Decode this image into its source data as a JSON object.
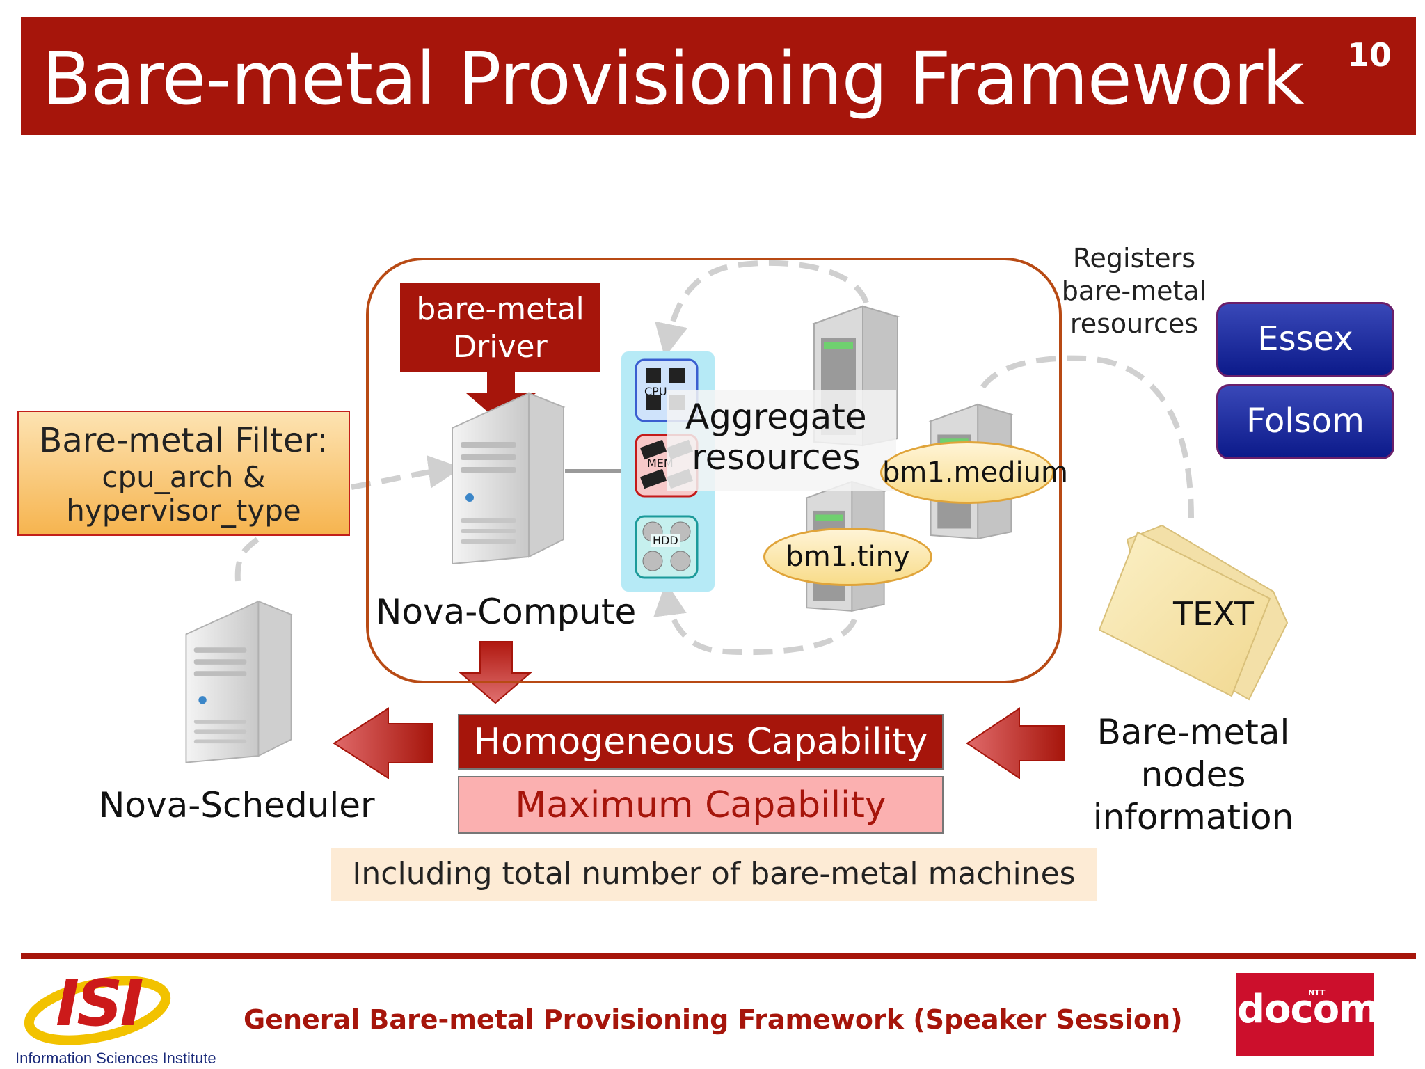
{
  "title": "Bare-metal Provisioning Framework",
  "page_number": "10",
  "driver_box": {
    "line1": "bare-metal",
    "line2": "Driver"
  },
  "filter_box": {
    "line1": "Bare-metal Filter:",
    "line2": "cpu_arch &",
    "line3": "hypervisor_type"
  },
  "nova_compute_label": "Nova-Compute",
  "nova_scheduler_label": "Nova-Scheduler",
  "aggregate_label": {
    "line1": "Aggregate",
    "line2": "resources"
  },
  "resource_chips": {
    "cpu": "CPU",
    "mem": "MEM",
    "hdd": "HDD"
  },
  "flavors": {
    "medium": "bm1.medium",
    "tiny": "bm1.tiny"
  },
  "registers_label": {
    "line1": "Registers",
    "line2": "bare-metal",
    "line3": "resources"
  },
  "releases": {
    "essex": "Essex",
    "folsom": "Folsom"
  },
  "file_label": "TEXT",
  "nodes_info": {
    "line1": "Bare-metal",
    "line2": "nodes",
    "line3": "information"
  },
  "capability": {
    "homogeneous": "Homogeneous Capability",
    "maximum": "Maximum Capability"
  },
  "including_note": "Including total number of bare-metal machines",
  "footer": {
    "session": "General Bare-metal Provisioning Framework (Speaker Session)",
    "isi_logo_text": "ISI",
    "isi_subtitle": "Information Sciences Institute",
    "docomo_logo_text": "docomo",
    "ntt_text": "NTT"
  },
  "colors": {
    "brand_red": "#a6150b",
    "frame_orange": "#b84a14",
    "release_blue": "#0c1a8a",
    "filter_orange": "#f6b44f",
    "max_pink": "#fbb0b0",
    "note_beige": "#fdebd5"
  }
}
